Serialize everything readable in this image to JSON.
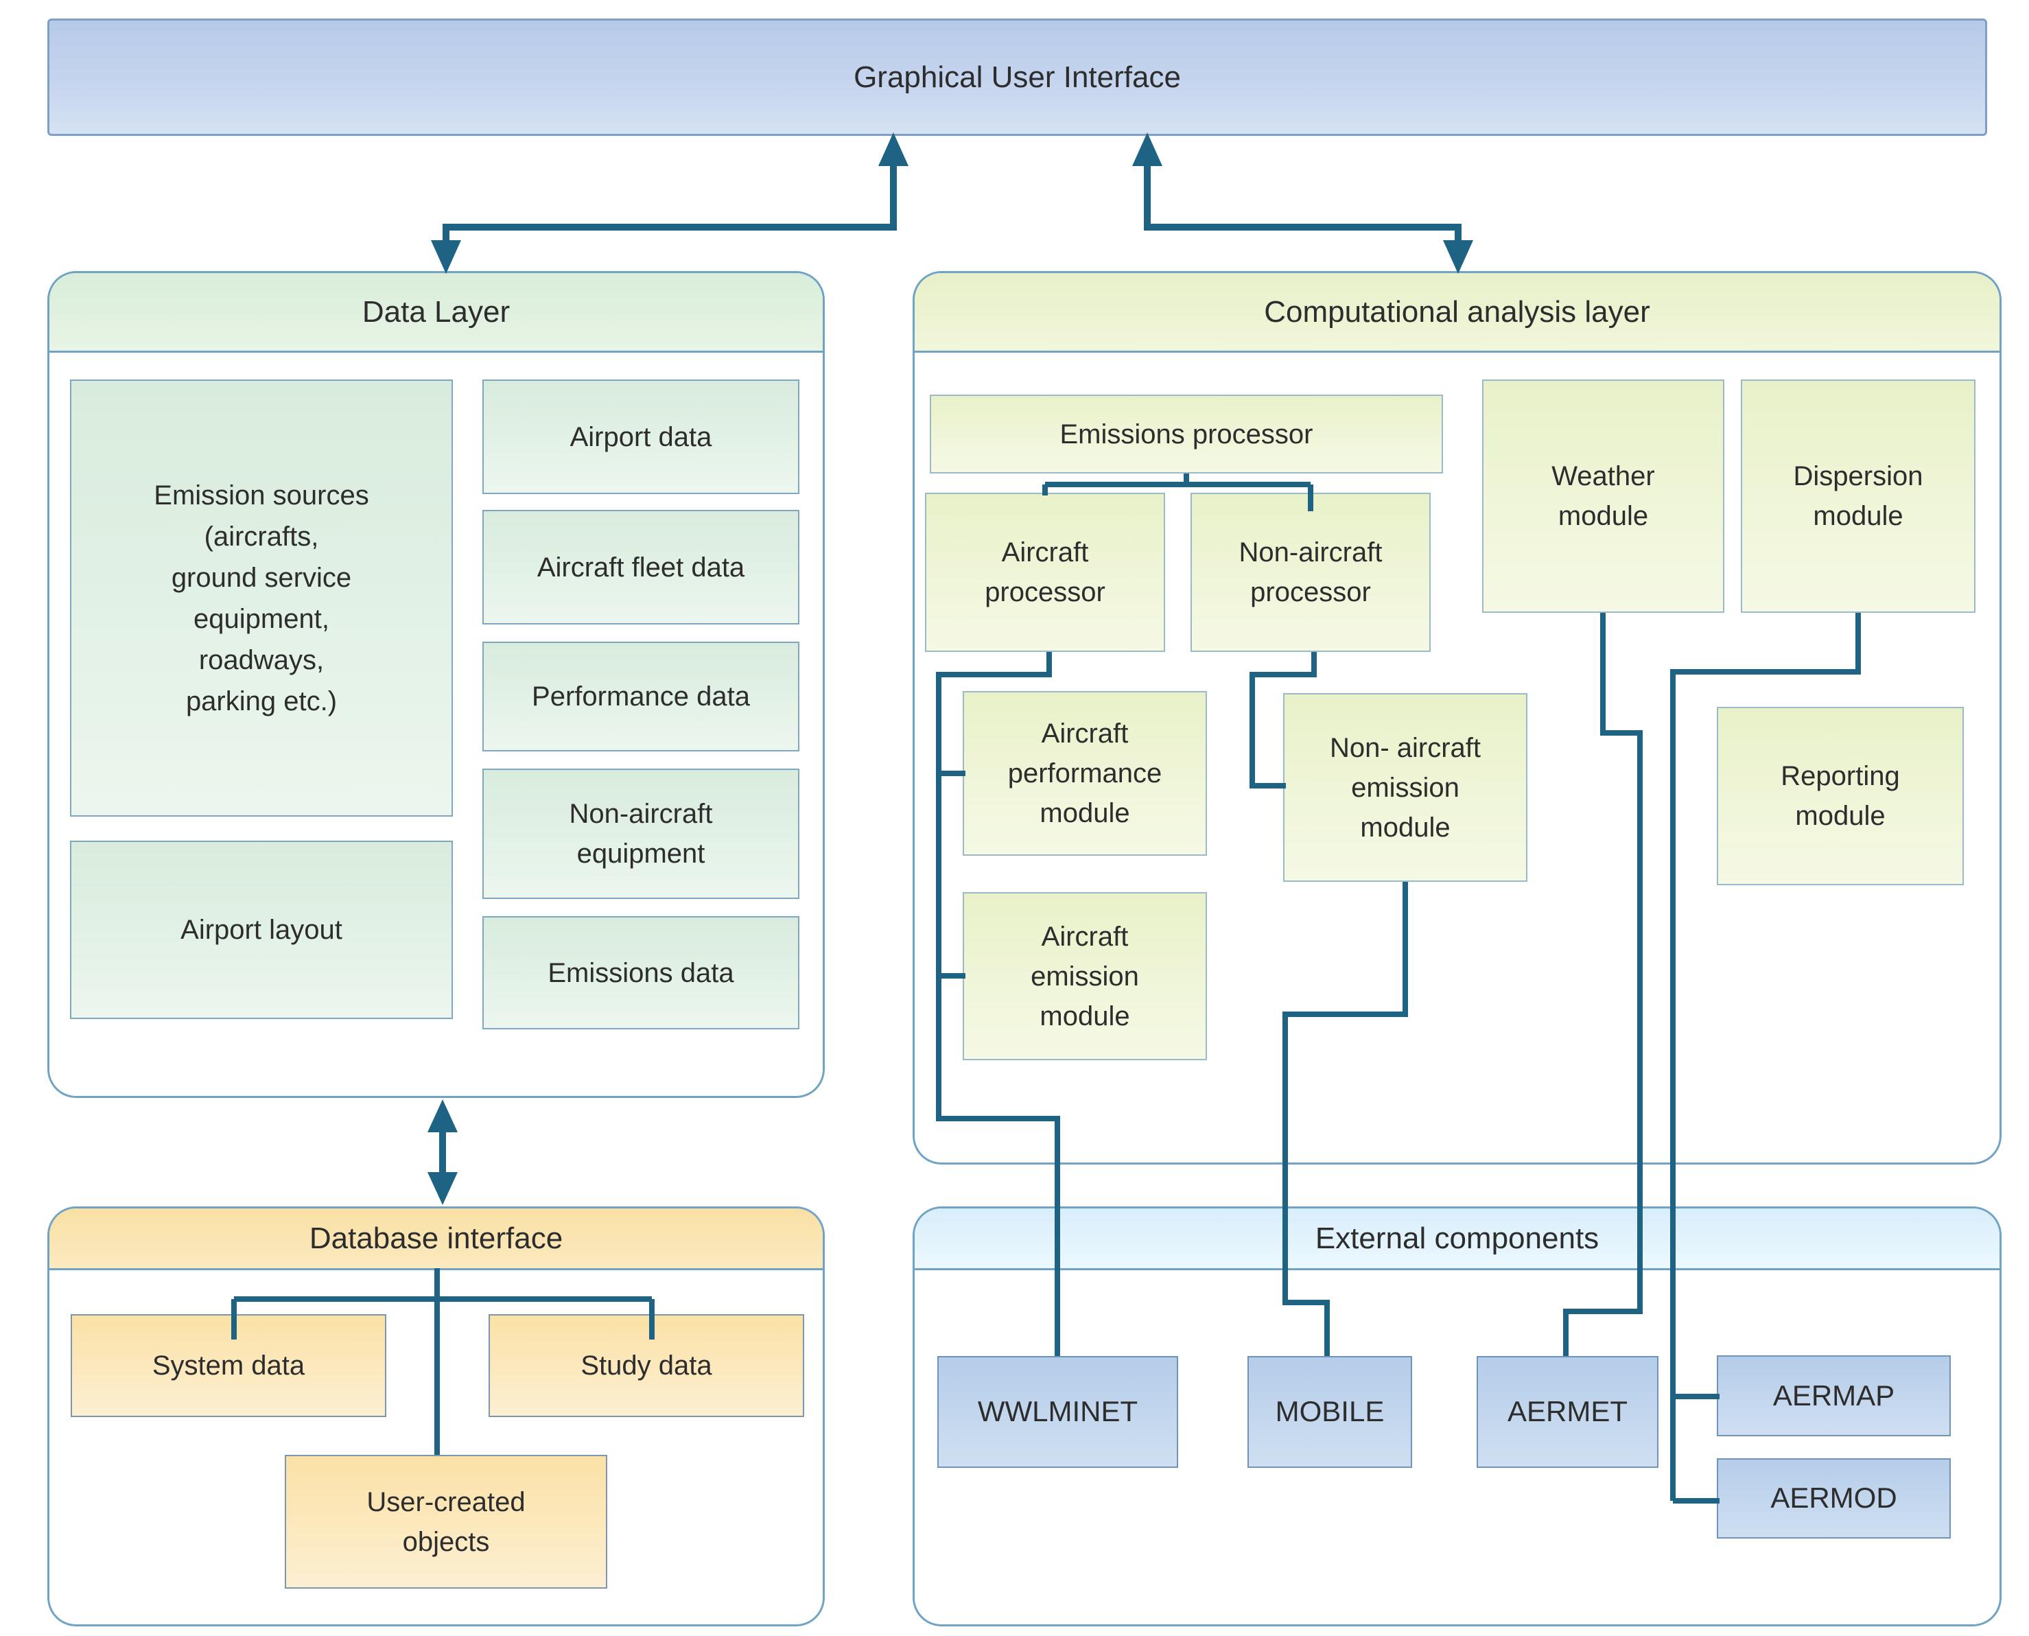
{
  "gui": {
    "title": "Graphical User Interface"
  },
  "data_layer": {
    "title": "Data Layer",
    "boxes": {
      "emission_sources": {
        "label": "Emission sources\n(aircrafts,\nground service\nequipment,\nroadways,\nparking etc.)"
      },
      "airport_layout": {
        "label": "Airport layout"
      },
      "airport_data": {
        "label": "Airport data"
      },
      "aircraft_fleet_data": {
        "label": "Aircraft fleet data"
      },
      "performance_data": {
        "label": "Performance data"
      },
      "non_aircraft_equipment": {
        "label": "Non-aircraft\nequipment"
      },
      "emissions_data": {
        "label": "Emissions data"
      }
    }
  },
  "computational_layer": {
    "title": "Computational analysis layer",
    "boxes": {
      "emissions_processor": {
        "label": "Emissions processor"
      },
      "aircraft_processor": {
        "label": "Aircraft\nprocessor"
      },
      "non_aircraft_processor": {
        "label": "Non-aircraft\nprocessor"
      },
      "aircraft_performance_module": {
        "label": "Aircraft\nperformance\nmodule"
      },
      "non_aircraft_emission_module": {
        "label": "Non- aircraft\nemission\nmodule"
      },
      "aircraft_emission_module": {
        "label": "Aircraft\nemission\nmodule"
      },
      "weather_module": {
        "label": "Weather\nmodule"
      },
      "dispersion_module": {
        "label": "Dispersion\nmodule"
      },
      "reporting_module": {
        "label": "Reporting\nmodule"
      }
    }
  },
  "database_interface": {
    "title": "Database interface",
    "boxes": {
      "system_data": {
        "label": "System data"
      },
      "study_data": {
        "label": "Study data"
      },
      "user_created_objects": {
        "label": "User-created\nobjects"
      }
    }
  },
  "external_components": {
    "title": "External components",
    "boxes": {
      "wwlminet": {
        "label": "WWLMINET"
      },
      "mobile": {
        "label": "MOBILE"
      },
      "aermet": {
        "label": "AERMET"
      },
      "aermap": {
        "label": "AERMAP"
      },
      "aermod": {
        "label": "AERMOD"
      }
    }
  },
  "colors": {
    "connector": "#1e6384",
    "panel_border": "#71a3c4",
    "gui_fill_top": "#b6cae8",
    "gui_fill_bottom": "#d5e2f3",
    "green_box": "#d8ecdd",
    "lime_box": "#e9f1c9",
    "orange_box": "#fbe1a6",
    "blue_box": "#b5cde9",
    "text": "#2d2d2d"
  }
}
